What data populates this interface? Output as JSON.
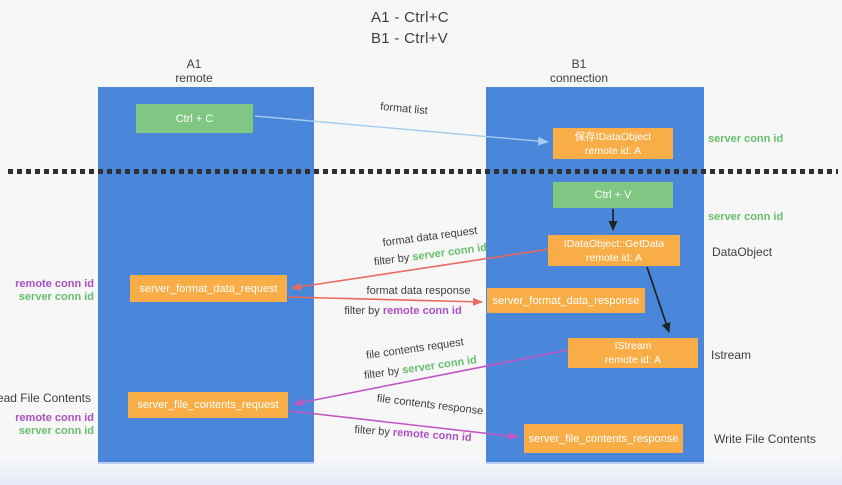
{
  "title": {
    "line1": "A1 - Ctrl+C",
    "line2": "B1 - Ctrl+V"
  },
  "columns": {
    "a1": {
      "label": "A1",
      "sublabel": "remote"
    },
    "b1": {
      "label": "B1",
      "sublabel": "connection"
    }
  },
  "nodes": {
    "ctrl_c": "Ctrl + C",
    "ctrl_v": "Ctrl + V",
    "save_idataobject": {
      "line1": "保存IDataObject",
      "line2": "remote id: A"
    },
    "getdata": {
      "line1": "IDataObject::GetData",
      "line2": "remote id: A"
    },
    "istream": {
      "line1": "IStream",
      "line2": "remote id: A"
    },
    "server_format_data_request": "server_format_data_request",
    "server_format_data_response": "server_format_data_response",
    "server_file_contents_request": "server_file_contents_request",
    "server_file_contents_response": "server_file_contents_response"
  },
  "arrow_labels": {
    "format_list": "format list",
    "format_data_request": "format data request",
    "format_data_response": "format data response",
    "file_contents_request": "file contents request",
    "file_contents_response": "file contents response",
    "filter_by": "filter by"
  },
  "side_labels": {
    "server_conn_id": "server conn id",
    "remote_conn_id": "remote conn id",
    "dataobject": "DataObject",
    "istream": "Istream",
    "read_file_contents": "Read File Contents",
    "write_file_contents": "Write File Contents"
  },
  "colors": {
    "column_blue": "#4a86da",
    "box_green": "#81c784",
    "box_orange": "#f8ad47",
    "arrow_lightblue": "#a3cbee",
    "arrow_red": "#e96a5f",
    "arrow_purple": "#c257c2",
    "arrow_black": "#222222",
    "text_green": "#66bf6a",
    "text_purple": "#ad4fc4",
    "text_dark": "#3d3d3d"
  }
}
